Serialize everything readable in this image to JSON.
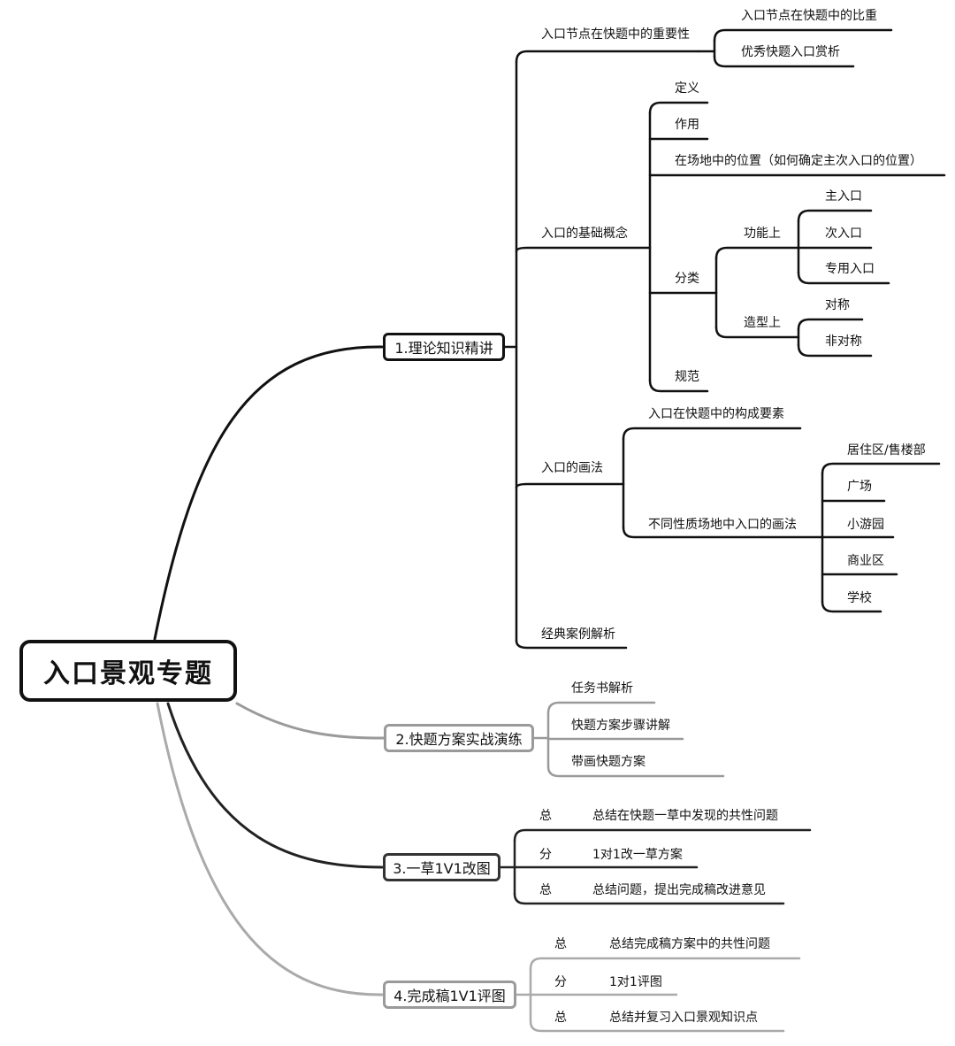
{
  "root": "入口景观专题",
  "branches": {
    "b1": {
      "label": "1.理论知识精讲",
      "importance": {
        "label": "入口节点在快题中的重要性",
        "children": [
          "入口节点在快题中的比重",
          "优秀快题入口赏析"
        ]
      },
      "basic": {
        "label": "入口的基础概念",
        "definition": "定义",
        "function": "作用",
        "position": "在场地中的位置（如何确定主次入口的位置）",
        "classify": {
          "label": "分类",
          "functional": {
            "label": "功能上",
            "children": [
              "主入口",
              "次入口",
              "专用入口"
            ]
          },
          "form": {
            "label": "造型上",
            "children": [
              "对称",
              "非对称"
            ]
          }
        },
        "norm": "规范"
      },
      "drawing": {
        "label": "入口的画法",
        "elements": "入口在快题中的构成要素",
        "different": {
          "label": "不同性质场地中入口的画法",
          "children": [
            "居住区/售楼部",
            "广场",
            "小游园",
            "商业区",
            "学校"
          ]
        }
      },
      "cases": "经典案例解析"
    },
    "b2": {
      "label": "2.快题方案实战演练",
      "children": [
        "任务书解析",
        "快题方案步骤讲解",
        "带画快题方案"
      ]
    },
    "b3": {
      "label": "3.一草1V1改图",
      "rows": [
        {
          "tag": "总",
          "text": "总结在快题一草中发现的共性问题"
        },
        {
          "tag": "分",
          "text": "1对1改一草方案"
        },
        {
          "tag": "总",
          "text": "总结问题，提出完成稿改进意见"
        }
      ]
    },
    "b4": {
      "label": "4.完成稿1V1评图",
      "rows": [
        {
          "tag": "总",
          "text": "总结完成稿方案中的共性问题"
        },
        {
          "tag": "分",
          "text": "1对1评图"
        },
        {
          "tag": "总",
          "text": "总结并复习入口景观知识点"
        }
      ]
    }
  },
  "colors": {
    "dark": "#111111",
    "mid": "#333333",
    "light": "#9a9a9a"
  }
}
